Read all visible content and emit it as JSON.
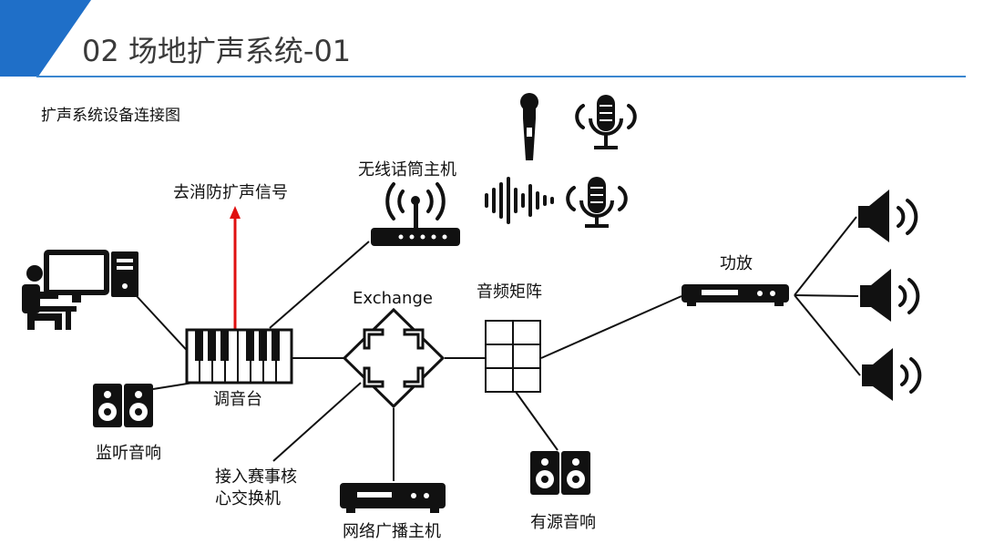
{
  "slide": {
    "title": "02 场地扩声系统-01",
    "subtitle": "扩声系统设备连接图",
    "accent_color": "#1f6fc8",
    "line_color": "#3a86d0"
  },
  "labels": {
    "fire_signal": "去消防扩声信号",
    "wireless_mic_host": "无线话筒主机",
    "exchange": "Exchange",
    "audio_matrix": "音频矩阵",
    "amplifier": "功放",
    "mixer": "调音台",
    "monitor_speaker": "监听音响",
    "core_switch_line1": "接入赛事核",
    "core_switch_line2": "心交换机",
    "network_broadcast_host": "网络广播主机",
    "active_speaker": "有源音响"
  },
  "colors": {
    "fire_arrow": "#e01010",
    "device": "#111111"
  }
}
